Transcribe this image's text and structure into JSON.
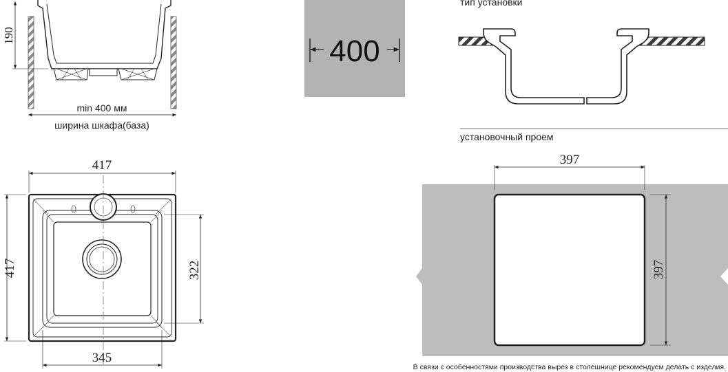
{
  "side_view": {
    "depth": "190",
    "min_width": "min 400 мм",
    "cabinet_width": "ширина шкафа(база)"
  },
  "cabinet_badge": {
    "value": "400"
  },
  "install_type": {
    "title": "тип установки"
  },
  "top_view": {
    "outer_width": "417",
    "outer_height": "417",
    "bowl_width": "345",
    "bowl_height": "322"
  },
  "cutout": {
    "title": "установочный проем",
    "width": "397",
    "height": "397"
  },
  "footnote": "В связи с особенностями производства вырез в столешнице рекомендуем делать с изделия."
}
